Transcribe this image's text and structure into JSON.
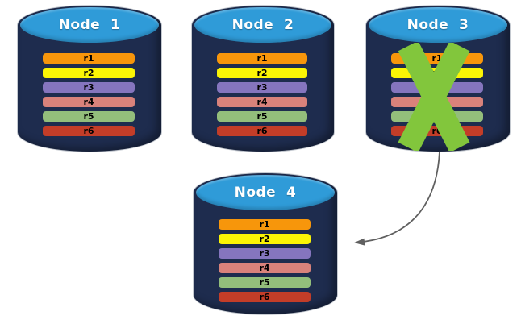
{
  "diagram": {
    "nodes": [
      {
        "label": "Node  1"
      },
      {
        "label": "Node  2"
      },
      {
        "label": "Node  3",
        "status": "failed"
      },
      {
        "label": "Node  4"
      }
    ],
    "replicas": [
      {
        "label": "r1",
        "color": "#F7960B"
      },
      {
        "label": "r2",
        "color": "#FBF505"
      },
      {
        "label": "r3",
        "color": "#8575BE"
      },
      {
        "label": "r4",
        "color": "#D9827B"
      },
      {
        "label": "r5",
        "color": "#93BE7B"
      },
      {
        "label": "r6",
        "color": "#C33D28"
      }
    ],
    "colors": {
      "cylinder_body": "#1E2C4E",
      "cylinder_top": "#2F9BD8",
      "node_label_text": "#FFFFFF",
      "replica_label_text": "#000000",
      "failure_x": "#82C63C",
      "arrow": "#606060"
    },
    "arrow": {
      "from": "Node 3",
      "to": "Node 4"
    }
  }
}
